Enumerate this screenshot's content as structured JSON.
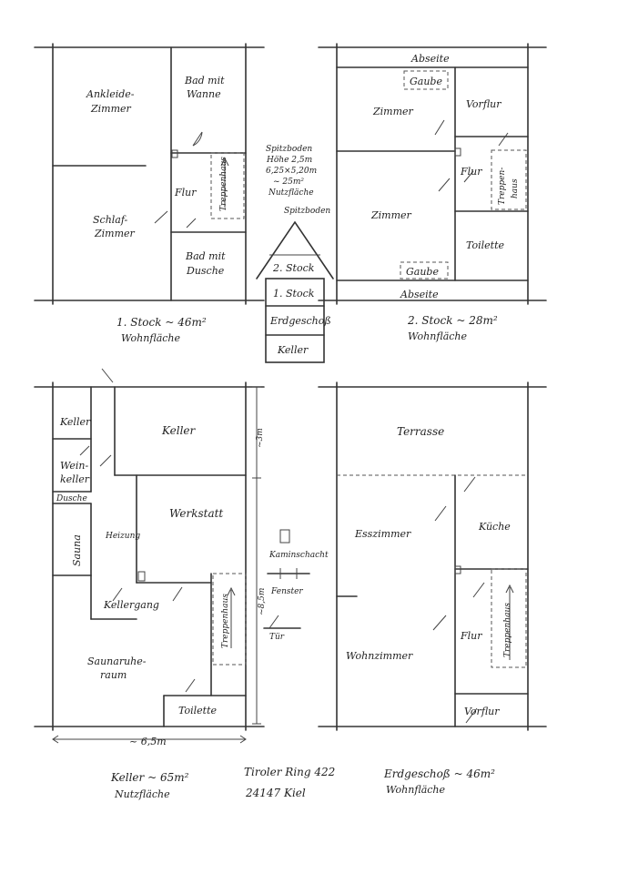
{
  "floor1": {
    "rooms": {
      "ankleide_1": "Ankleide-",
      "ankleide_2": "Zimmer",
      "bad_wanne_1": "Bad mit",
      "bad_wanne_2": "Wanne",
      "flur": "Flur",
      "treppenhaus": "Treppenhaus",
      "schlaf_1": "Schlaf-",
      "schlaf_2": "Zimmer",
      "bad_dusche_1": "Bad mit",
      "bad_dusche_2": "Dusche"
    },
    "caption_1": "1. Stock ~ 46m²",
    "caption_2": "Wohnfläche"
  },
  "floor2": {
    "rooms": {
      "abseite_top": "Abseite",
      "gaube_top": "Gaube",
      "zimmer_top": "Zimmer",
      "vorflur": "Vorflur",
      "flur": "Flur",
      "treppenhaus_1": "Treppen-",
      "treppenhaus_2": "haus",
      "zimmer_bottom": "Zimmer",
      "toilette": "Toilette",
      "gaube_bottom": "Gaube",
      "abseite_bottom": "Abseite"
    },
    "caption_1": "2. Stock ~ 28m²",
    "caption_2": "Wohnfläche"
  },
  "section": {
    "note_1": "Spitzboden",
    "note_2": "Höhe 2,5m",
    "note_3": "6,25×5,20m",
    "note_4": "~ 25m²",
    "note_5": "Nutzfläche",
    "roof_label": "Spitzboden",
    "level_2": "2. Stock",
    "level_1": "1. Stock",
    "level_eg": "Erdgeschoß",
    "level_keller": "Keller"
  },
  "basement": {
    "rooms": {
      "keller_small": "Keller",
      "keller_big": "Keller",
      "wein_1": "Wein-",
      "wein_2": "keller",
      "dusche": "Dusche",
      "sauna": "Sauna",
      "heizung": "Heizung",
      "werkstatt": "Werkstatt",
      "kellergang": "Kellergang",
      "treppenhaus": "Treppenhaus",
      "saunaruhe_1": "Saunaruhe-",
      "saunaruhe_2": "raum",
      "toilette": "Toilette"
    },
    "dim_height_top": "~3m",
    "dim_height_main": "~8,5m",
    "dim_width": "~ 6,5m",
    "caption_1": "Keller ~ 65m²",
    "caption_2": "Nutzfläche"
  },
  "legend": {
    "kaminschacht": "Kaminschacht",
    "fenster": "Fenster",
    "tuer": "Tür"
  },
  "ground": {
    "rooms": {
      "terrasse": "Terrasse",
      "esszimmer": "Esszimmer",
      "kueche": "Küche",
      "flur": "Flur",
      "treppenhaus": "Treppenhaus",
      "wohnzimmer": "Wohnzimmer",
      "vorflur": "Vorflur"
    },
    "caption_1": "Erdgeschoß ~ 46m²",
    "caption_2": "Wohnfläche"
  },
  "address": {
    "street": "Tiroler Ring 422",
    "city": "24147 Kiel"
  }
}
